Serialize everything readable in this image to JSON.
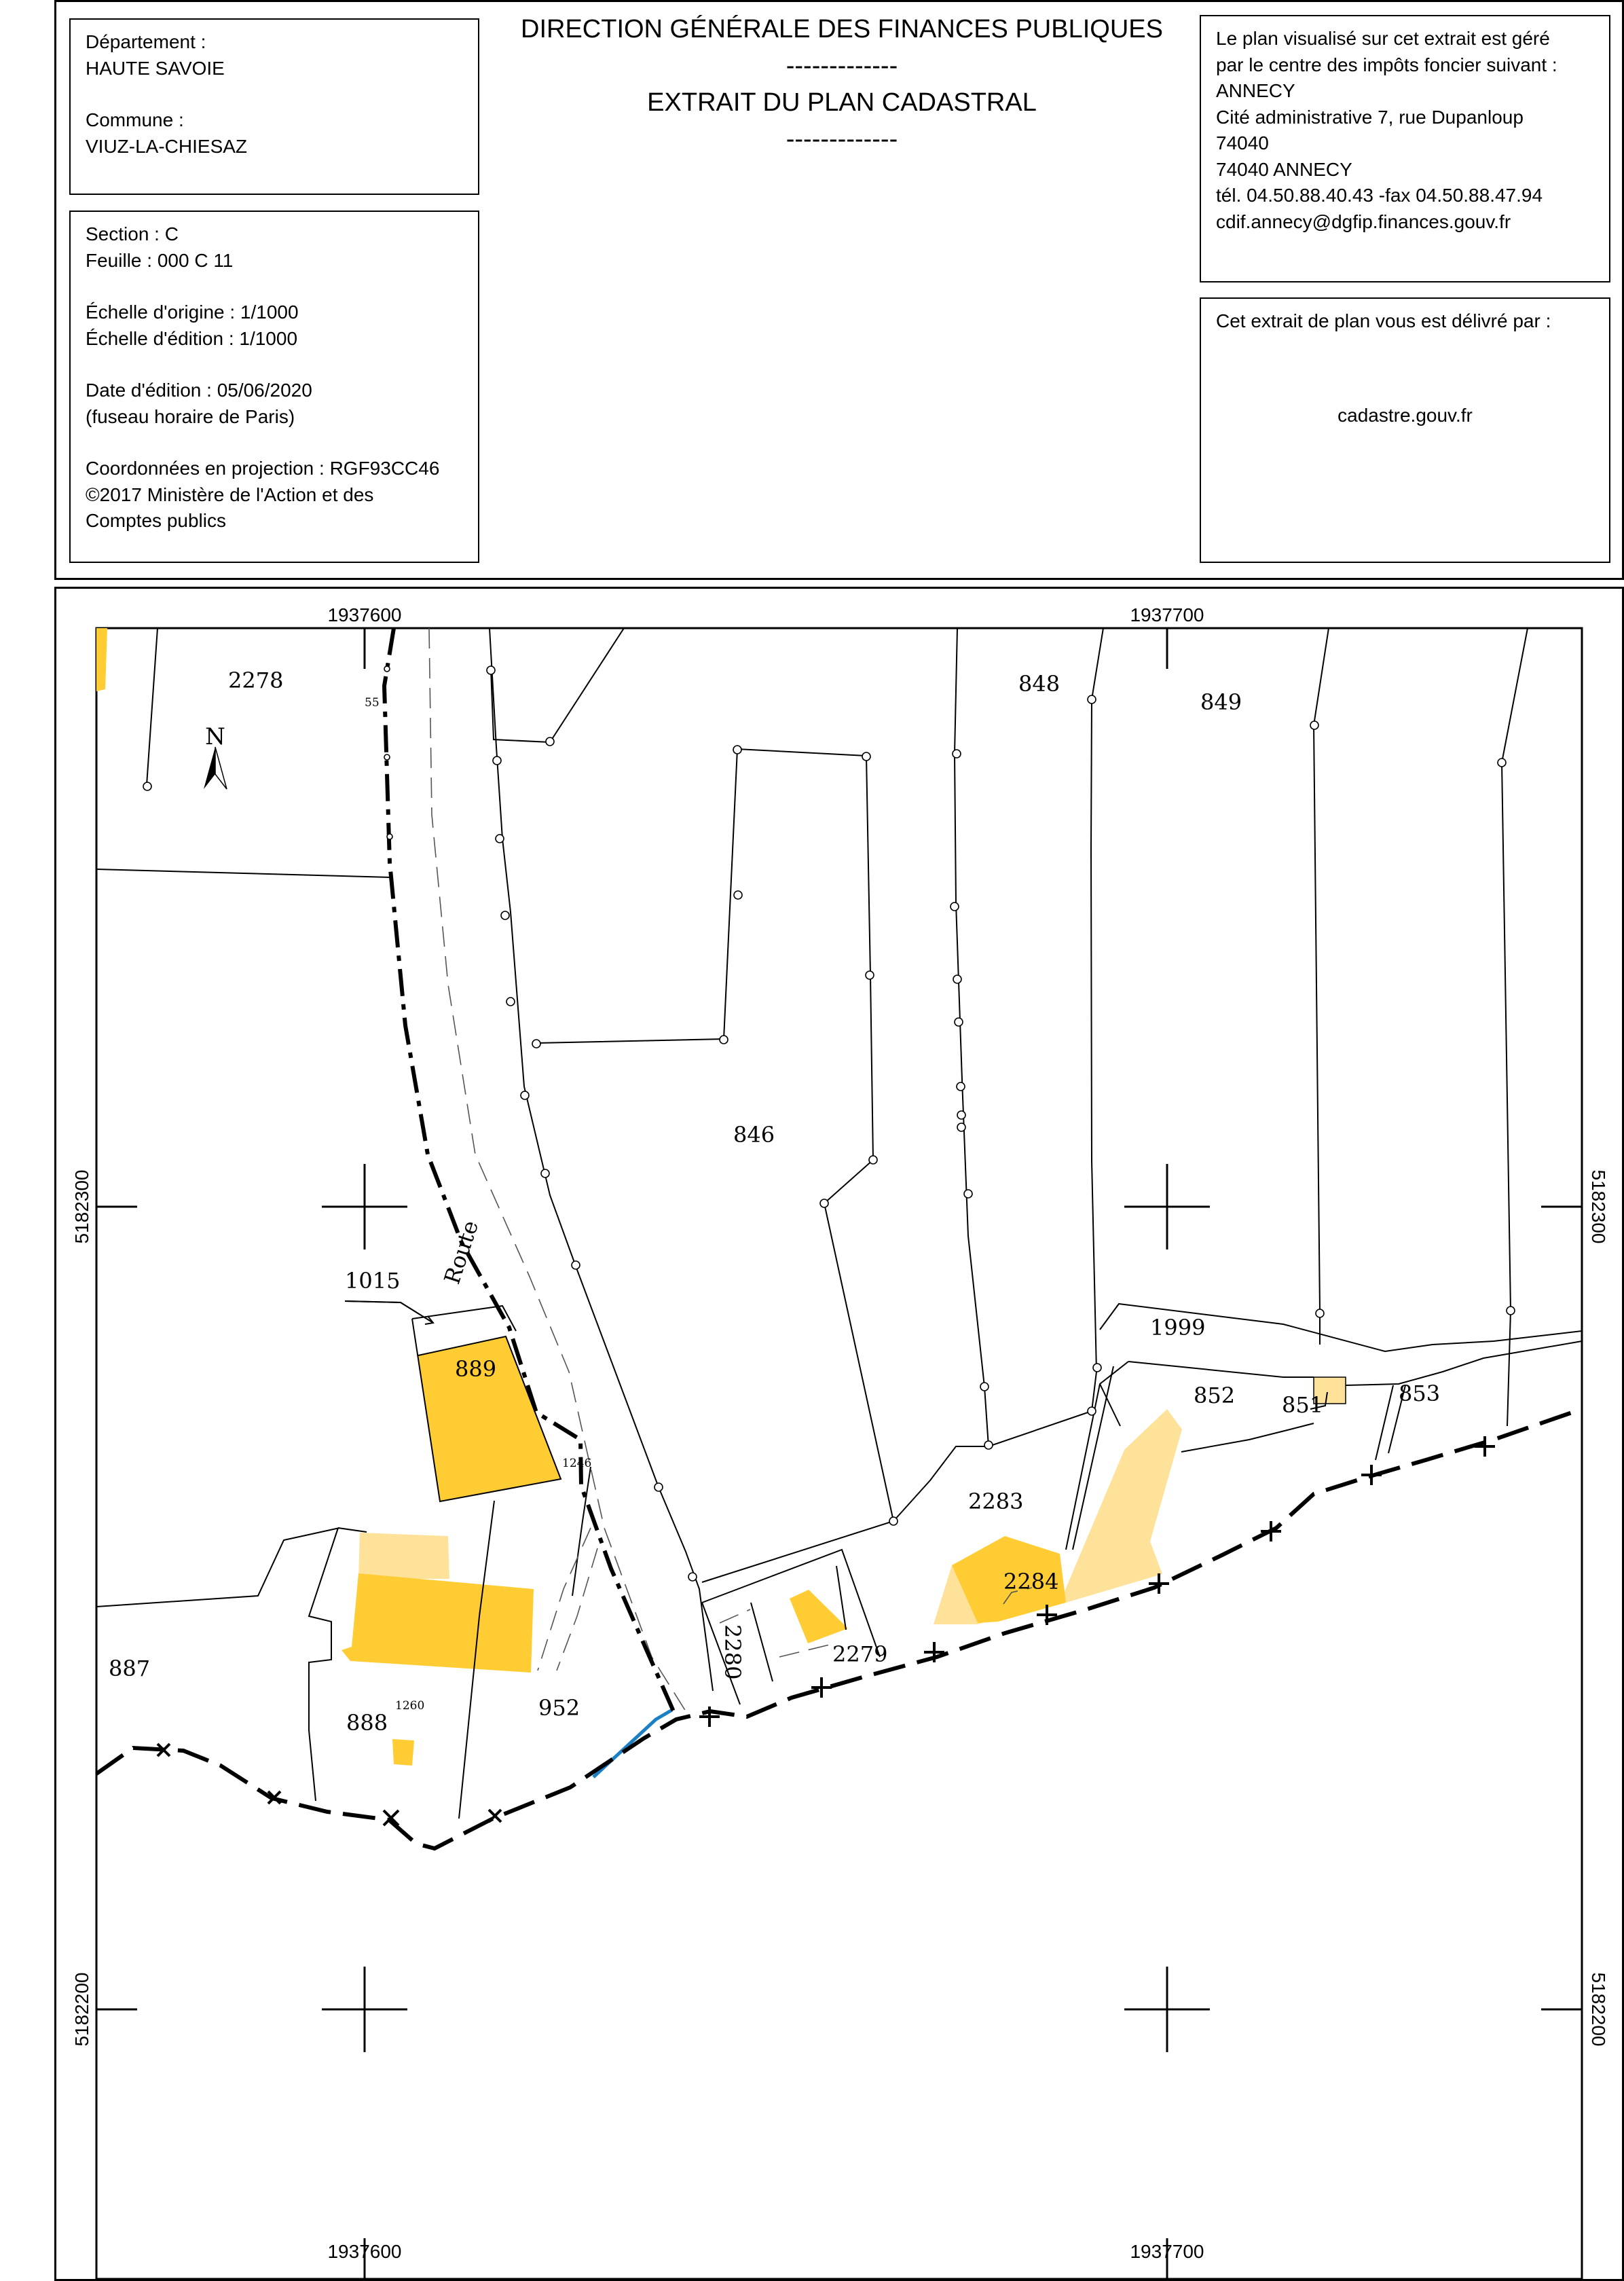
{
  "header": {
    "dept_label": "Département :",
    "dept_value": "HAUTE SAVOIE",
    "commune_label": "Commune :",
    "commune_value": "VIUZ-LA-CHIESAZ",
    "title_line1": "DIRECTION GÉNÉRALE DES FINANCES PUBLIQUES",
    "dashes": "-------------",
    "title_line2": "EXTRAIT DU PLAN CADASTRAL",
    "center_lines": [
      "Le plan visualisé sur cet extrait est géré",
      "par le centre des impôts foncier suivant :",
      "ANNECY",
      "Cité administrative 7, rue Dupanloup",
      "74040",
      "74040 ANNECY",
      "tél. 04.50.88.40.43 -fax 04.50.88.47.94",
      "cdif.annecy@dgfip.finances.gouv.fr"
    ],
    "section": "Section : C",
    "feuille": "Feuille : 000 C 11",
    "echelle_origine": "Échelle d'origine : 1/1000",
    "echelle_edition": "Échelle d'édition : 1/1000",
    "date_edition": "Date d'édition : 05/06/2020",
    "fuseau": "(fuseau horaire de Paris)",
    "coordonnees": "Coordonnées en projection : RGF93CC46",
    "copyright_1": "©2017 Ministère de l'Action et des",
    "copyright_2": "Comptes publics",
    "delivered_label": "Cet extrait de plan vous est délivré par :",
    "delivered_by": "cadastre.gouv.fr"
  },
  "map": {
    "coords": {
      "x_left": "1937600",
      "x_right": "1937700",
      "y_top": "5182300",
      "y_bottom": "5182200"
    },
    "north_label": "N",
    "road_label": "Route",
    "parcels": {
      "p2278": "2278",
      "p848": "848",
      "p849": "849",
      "p846": "846",
      "p1015": "1015",
      "p889": "889",
      "p1999": "1999",
      "p852": "852",
      "p851": "851",
      "p853": "853",
      "p2283": "2283",
      "p2284": "2284",
      "p2280": "2280",
      "p2279": "2279",
      "p887": "887",
      "p888": "888",
      "p952": "952"
    },
    "small_labels": {
      "n55": "55",
      "n1246": "1246",
      "n1260": "1260"
    },
    "colors": {
      "building": "#ffcc33",
      "building_light": "#ffe29a",
      "water": "#1b7fc4"
    }
  }
}
